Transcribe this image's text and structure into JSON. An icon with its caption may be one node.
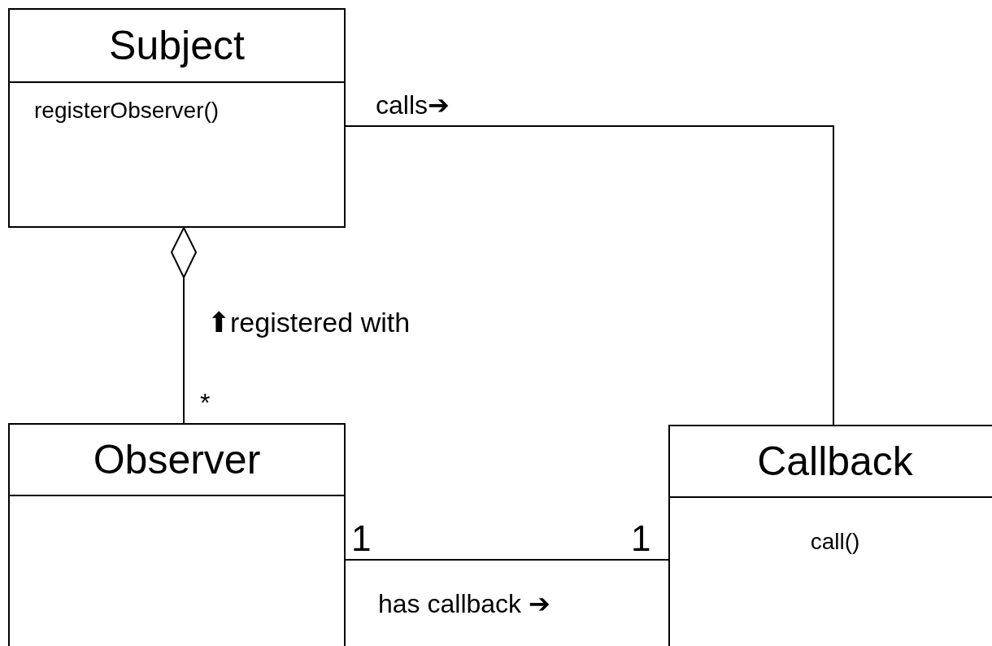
{
  "diagram": {
    "nodes": [
      {
        "text": [
          "Subject",
          "registerObserver()"
        ]
      },
      {
        "text": [
          "Observer"
        ]
      },
      {
        "text": [
          "Callback",
          "call()"
        ]
      }
    ],
    "edges": [
      {
        "from": 0,
        "to": 1,
        "arrow": "other",
        "label": "⬆registered with"
      },
      {
        "from": 0,
        "to": 2,
        "arrow": "none",
        "label": "calls➔"
      },
      {
        "from": 1,
        "to": 2,
        "arrow": "none",
        "label": "has callback ➔"
      }
    ],
    "labels": [
      "*",
      "1",
      "1"
    ]
  }
}
